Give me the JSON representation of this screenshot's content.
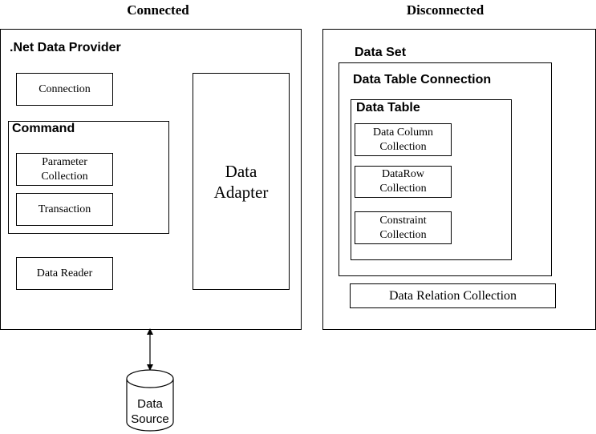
{
  "titles": {
    "connected": "Connected",
    "disconnected": "Disconnected"
  },
  "provider": {
    "label": ".Net Data Provider",
    "connection": "Connection",
    "command": {
      "label": "Command",
      "parameter_collection": "Parameter\nCollection",
      "transaction": "Transaction"
    },
    "data_reader": "Data Reader",
    "data_adapter": "Data\nAdapter"
  },
  "dataset": {
    "label": "Data Set",
    "table_connection": {
      "label": "Data Table Connection",
      "data_table": {
        "label": "Data Table",
        "data_column_collection": "Data Column\nCollection",
        "datarow_collection": "DataRow\nCollection",
        "constraint_collection": "Constraint\nCollection"
      }
    },
    "data_relation_collection": "Data Relation Collection"
  },
  "data_source": "Data\nSource"
}
